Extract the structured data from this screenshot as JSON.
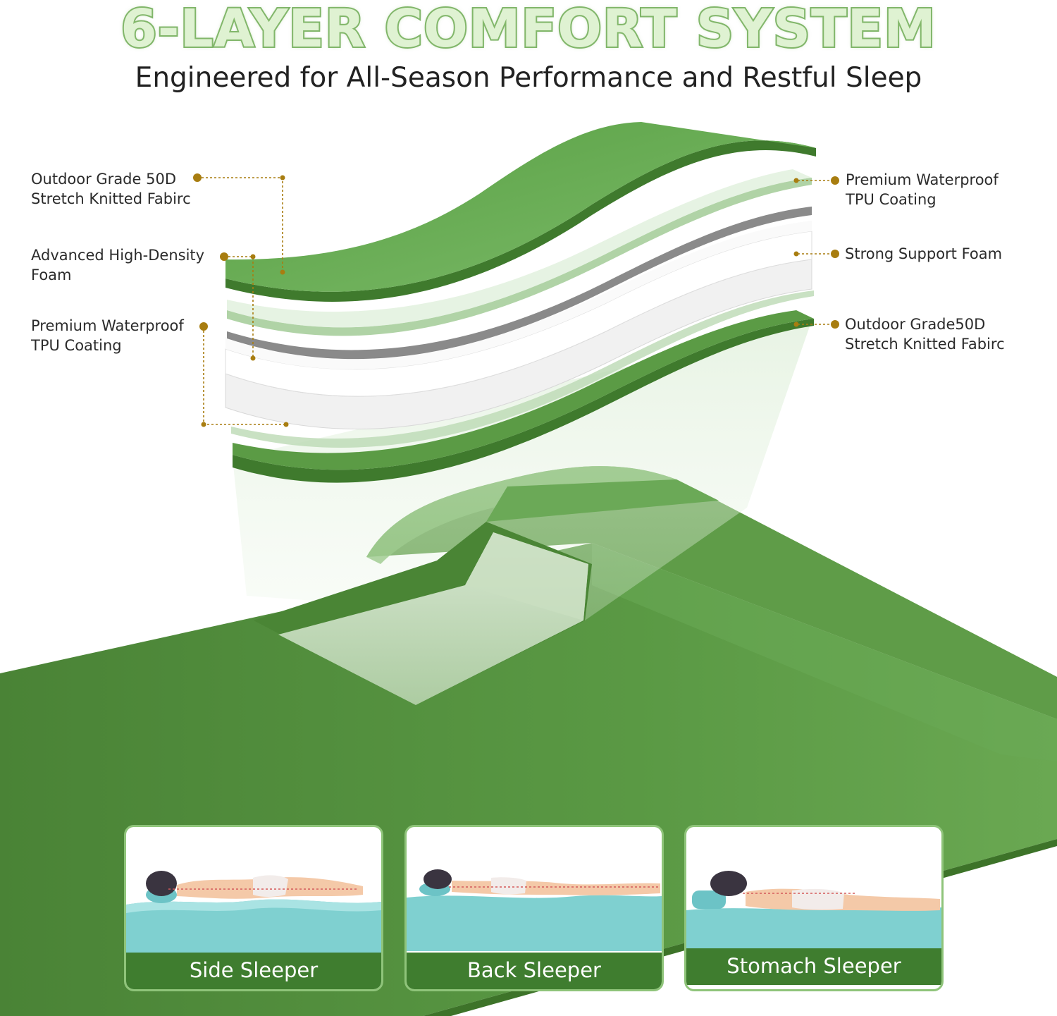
{
  "header": {
    "title": "6-LAYER COMFORT SYSTEM",
    "subtitle": "Engineered for All-Season Performance and Restful Sleep"
  },
  "layers": {
    "left": [
      {
        "line1": "Outdoor Grade 50D",
        "line2": "Stretch Knitted Fabirc"
      },
      {
        "line1": "Advanced High-Density",
        "line2": "Foam"
      },
      {
        "line1": "Premium Waterproof",
        "line2": "TPU Coating"
      }
    ],
    "right": [
      {
        "line1": "Premium Waterproof",
        "line2": "TPU Coating"
      },
      {
        "line1": "Strong Support Foam",
        "line2": ""
      },
      {
        "line1": "Outdoor Grade50D",
        "line2": "Stretch Knitted Fabirc"
      }
    ]
  },
  "sleepers": [
    {
      "label": "Side Sleeper"
    },
    {
      "label": "Back Sleeper"
    },
    {
      "label": "Stomach Sleeper"
    }
  ],
  "colors": {
    "mat_green": "#4f8a3a",
    "leader_gold": "#a87d10",
    "caption_green": "#3f7d2f",
    "foam_blue": "#7fd0d0"
  }
}
